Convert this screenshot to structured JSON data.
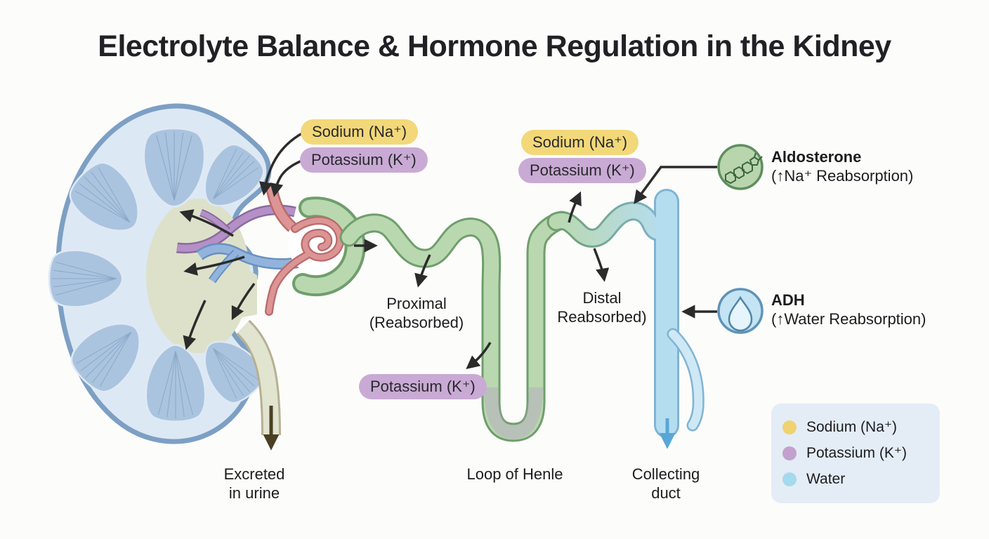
{
  "title": "Electrolyte Balance & Hormone Regulation in the Kidney",
  "pills": {
    "sodium_top": "Sodium (Na⁺)",
    "potassium_top": "Potassium (K⁺)",
    "sodium_distal": "Sodium (Na⁺)",
    "potassium_distal": "Potassium (K⁺)",
    "potassium_loop": "Potassium (K⁺)"
  },
  "flow_labels": {
    "proximal": [
      "Proximal",
      "(Reabsorbed)"
    ],
    "distal": [
      "Distal",
      "Reabsorbed)"
    ],
    "loop": "Loop of Henle",
    "collecting": [
      "Collecting",
      "duct"
    ],
    "excreted": [
      "Excreted",
      "in urine"
    ]
  },
  "hormones": {
    "aldosterone": {
      "name": "Aldosterone",
      "effect": "(↑Na⁺ Reabsorption)",
      "icon": "steroid-molecule-icon",
      "icon_color": "#b9d5ae"
    },
    "adh": {
      "name": "ADH",
      "effect": "(↑Water Reabsorption)",
      "icon": "water-droplet-icon",
      "icon_color": "#c4e4f3"
    }
  },
  "legend": {
    "items": [
      {
        "label": "Sodium (Na⁺)",
        "color": "#f0d26e"
      },
      {
        "label": "Potassium (K⁺)",
        "color": "#c3a1cd"
      },
      {
        "label": "Water",
        "color": "#a4daed"
      }
    ]
  },
  "colors": {
    "sodium_pill": "#f2d878",
    "potassium_pill": "#c9aad4",
    "tubule_green": "#b9d8b0",
    "water_blue": "#b5ddf0",
    "arrow_black": "#2b2b2b"
  }
}
